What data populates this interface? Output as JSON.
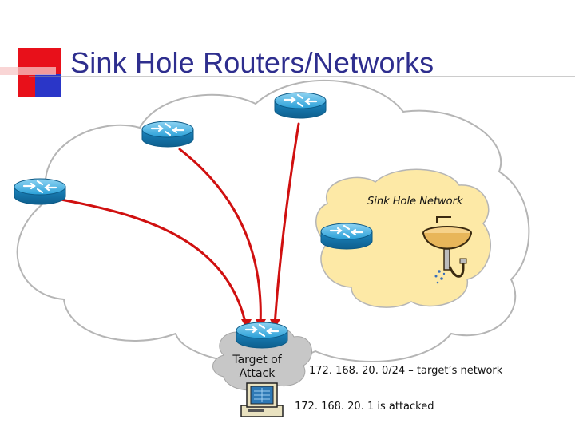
{
  "slide": {
    "title": "Sink Hole Routers/Networks"
  },
  "diagram": {
    "sinkhole_label": "Sink Hole Network",
    "target_label_line1": "Target of",
    "target_label_line2": "Attack",
    "network_note": "172. 168. 20. 0/24 – target’s network",
    "attack_note": "172. 168. 20. 1 is attacked"
  },
  "colors": {
    "title": "#2e2e8e",
    "accent_red": "#e8101a",
    "accent_blue": "#2a36c8",
    "cloud_stroke": "#b5b5b5",
    "sinkhole_fill": "#fde9a6",
    "router_blue": "#1f8fc8",
    "attack_line": "#d01010"
  },
  "icons": [
    "router-icon",
    "sink-icon",
    "computer-icon",
    "cloud-shape"
  ]
}
